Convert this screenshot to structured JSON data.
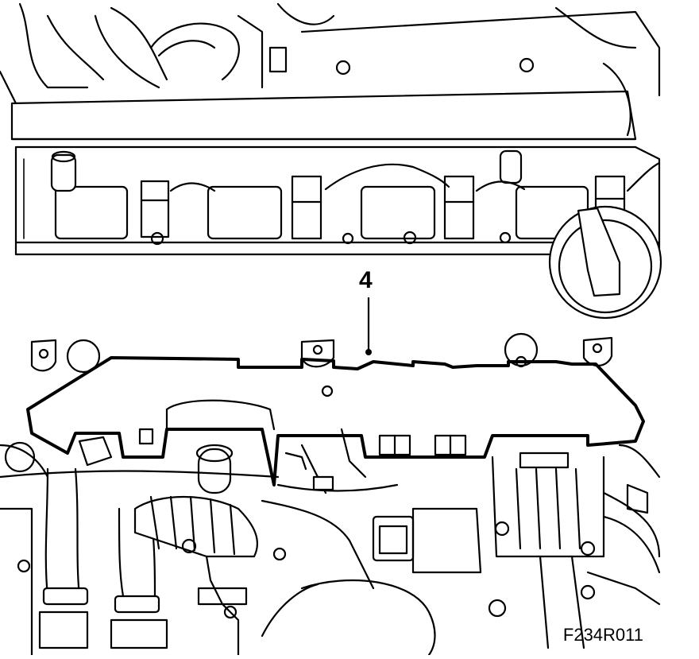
{
  "callouts": [
    {
      "label": "4"
    }
  ],
  "figure_code": "F234R011",
  "icons": [
    "engine-line-drawing",
    "ignition-coil-icon",
    "oil-filler-cap-icon",
    "wiring-harness-icon"
  ]
}
